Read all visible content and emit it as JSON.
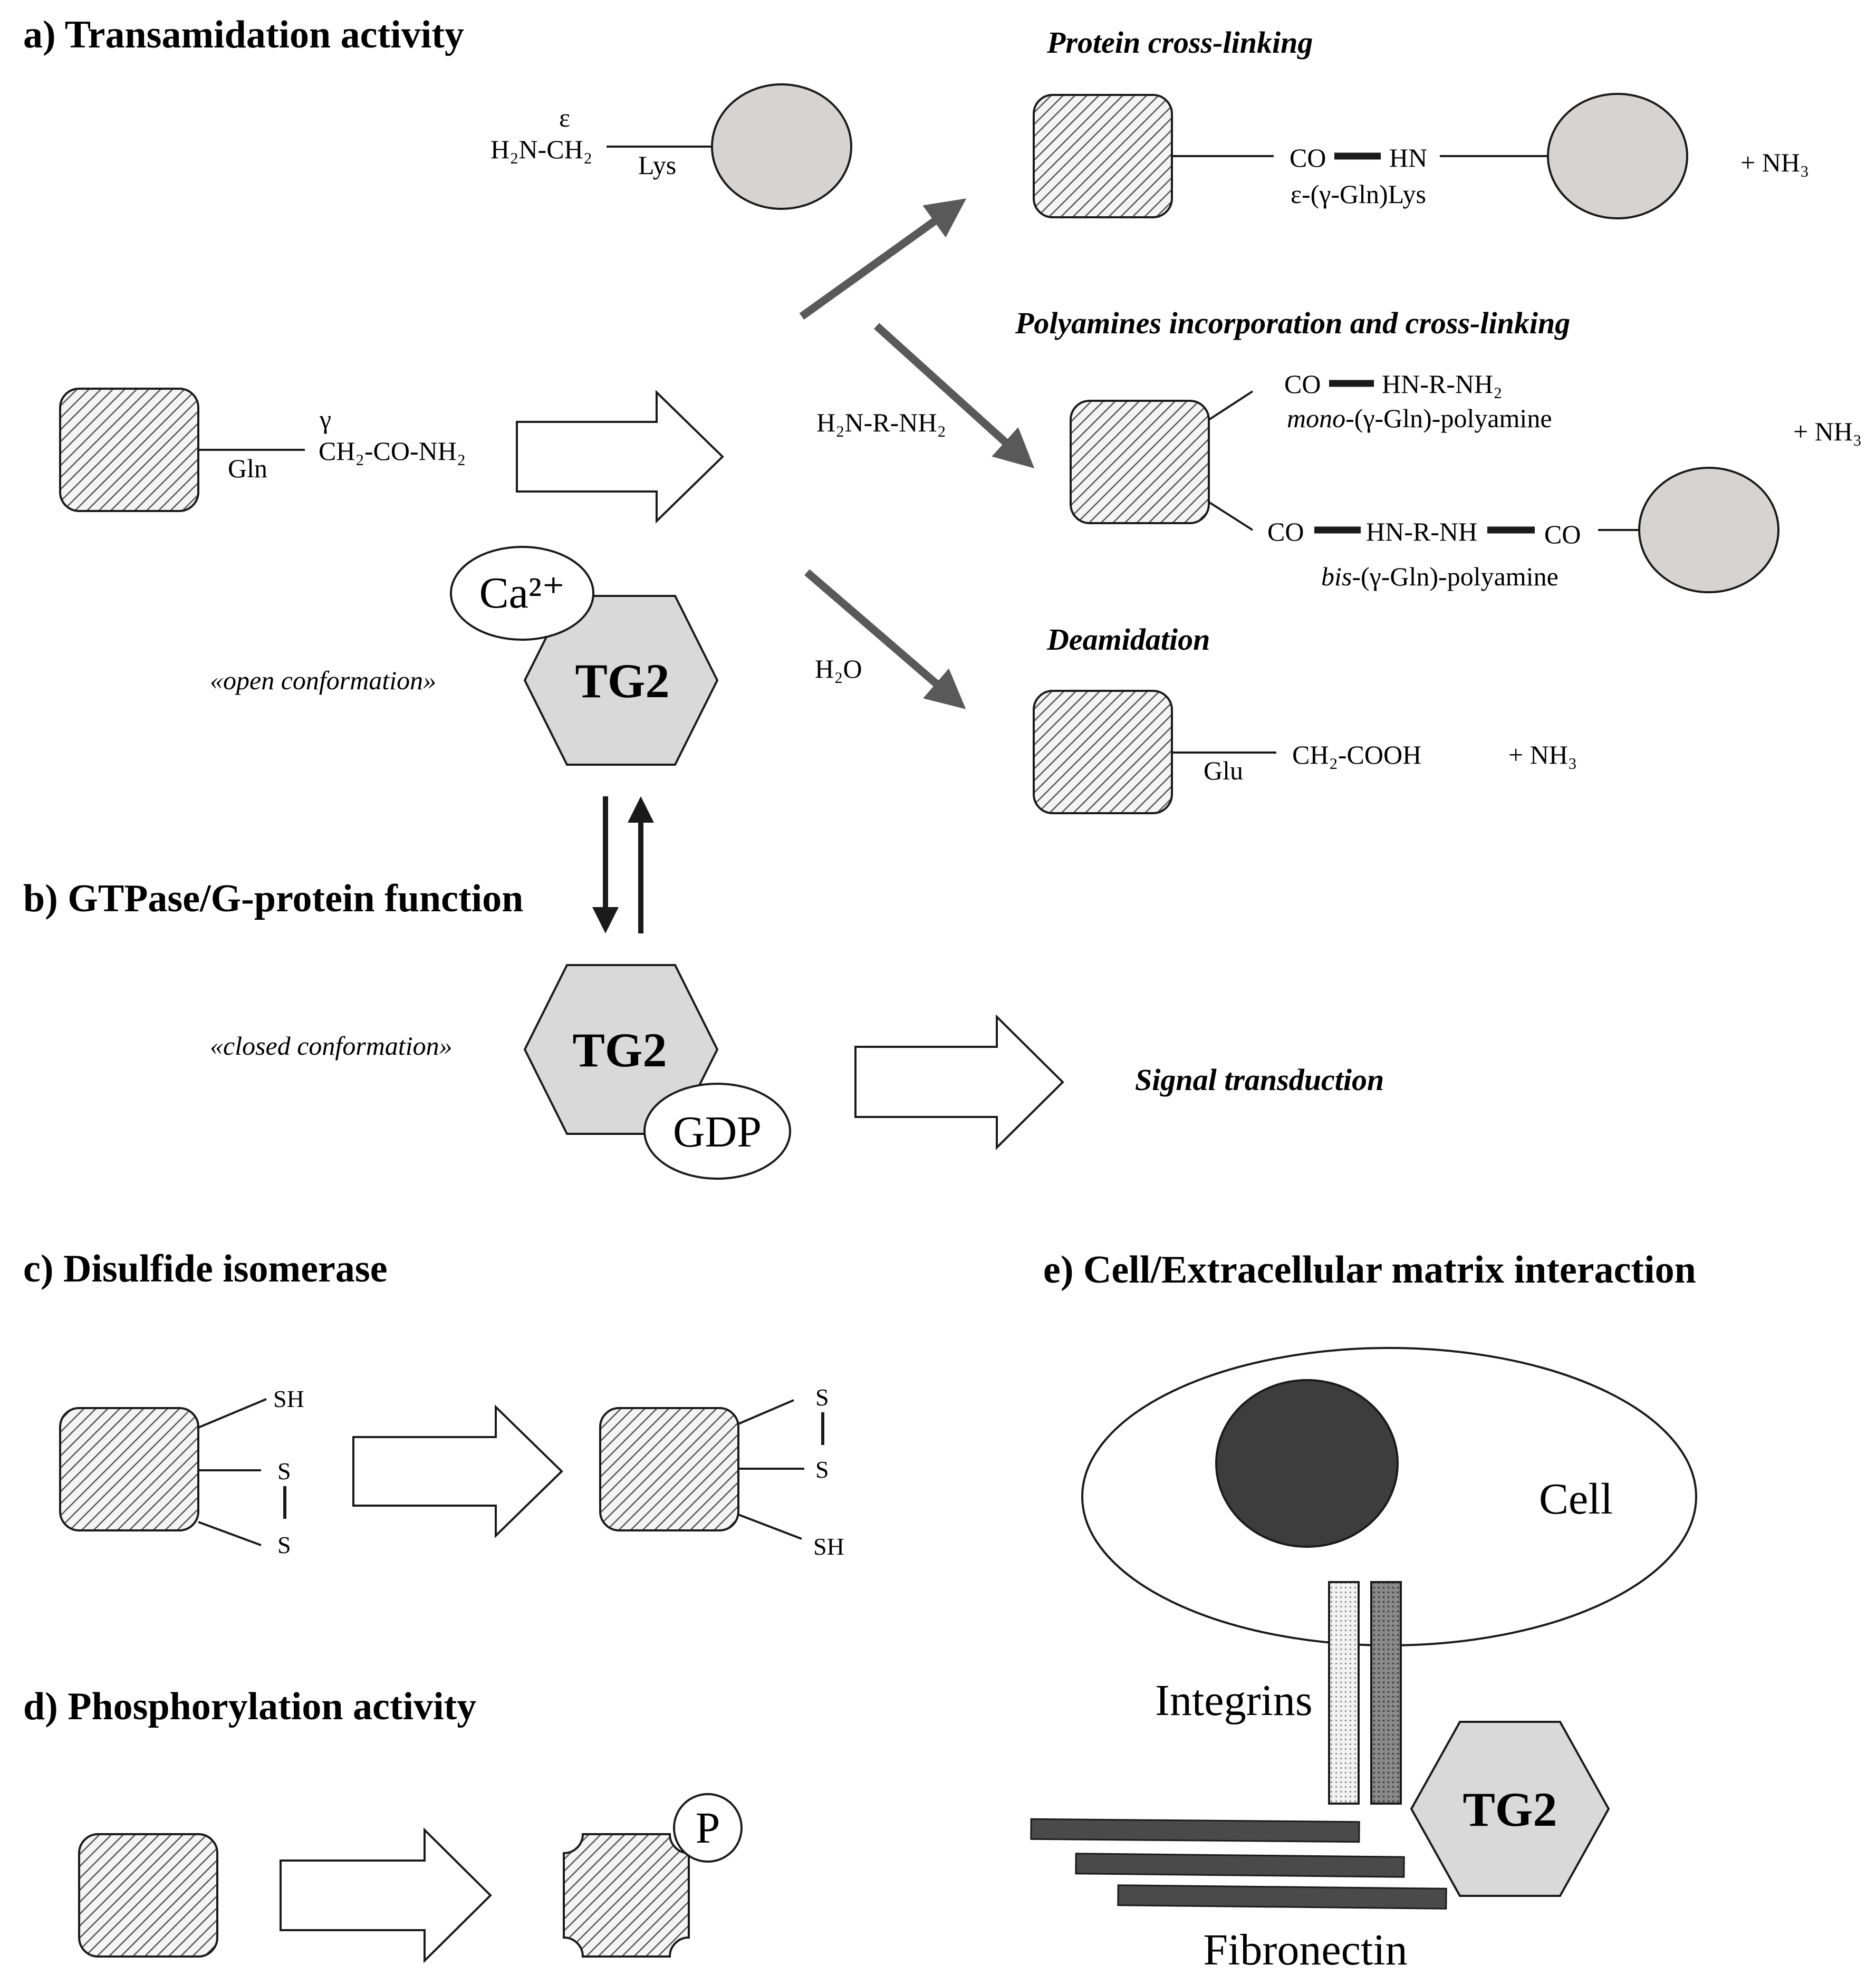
{
  "sections": {
    "a": "a) Transamidation activity",
    "b": "b) GTPase/G-protein function",
    "c": "c) Disulfide isomerase",
    "d": "d) Phosphorylation activity",
    "e": "e) Cell/Extracellular matrix interaction"
  },
  "transamidation": {
    "lys_epsilon": "ε",
    "lys_group": "H₂N-CH₂",
    "lys_label": "Lys",
    "gln_gamma": "γ",
    "gln_group": "CH₂-CO-NH₂",
    "gln_label": "Gln",
    "calcium": "Ca²⁺",
    "enzyme": "TG2",
    "open_conformation": "«open conformation»",
    "polyamine_reagent": "H₂N-R-NH₂",
    "water_reagent": "H₂O",
    "products": {
      "crosslink": {
        "title": "Protein cross-linking",
        "co": "CO",
        "hn": "HN",
        "bond": "ε-(γ-Gln)Lys",
        "ammonia": "+ NH₃"
      },
      "polyamine": {
        "title": "Polyamines incorporation and cross-linking",
        "mono_co": "CO",
        "mono_amine": "HN-R-NH₂",
        "mono_prefix": "mono",
        "mono_suffix": "-(γ-Gln)-polyamine",
        "bis_co1": "CO",
        "bis_amine": "HN-R-NH",
        "bis_co2": "CO",
        "bis_prefix": "bis",
        "bis_suffix": "-(γ-Gln)-polyamine",
        "ammonia": "+ NH₃"
      },
      "deamidation": {
        "title": "Deamidation",
        "glu_label": "Glu",
        "group": "CH₂-COOH",
        "ammonia": "+ NH₃"
      }
    }
  },
  "gtpase": {
    "enzyme": "TG2",
    "closed_conformation": "«closed conformation»",
    "gdp": "GDP",
    "signal": "Signal transduction"
  },
  "disulfide": {
    "left_sh": "SH",
    "left_s1": "S",
    "left_s2": "S",
    "right_s1": "S",
    "right_s2": "S",
    "right_sh": "SH"
  },
  "phosphorylation": {
    "phosphate": "P"
  },
  "ecm": {
    "cell": "Cell",
    "integrins": "Integrins",
    "enzyme": "TG2",
    "fibronectin": "Fibronectin"
  },
  "colors": {
    "ink": "#1a1a1a",
    "grey_fill": "#d6d3d3",
    "tg2_fill": "#d9d9d9",
    "reaction_arrow": "#595959",
    "nucleus": "#3d3d3d",
    "fibronectin": "#4a4a4a"
  }
}
